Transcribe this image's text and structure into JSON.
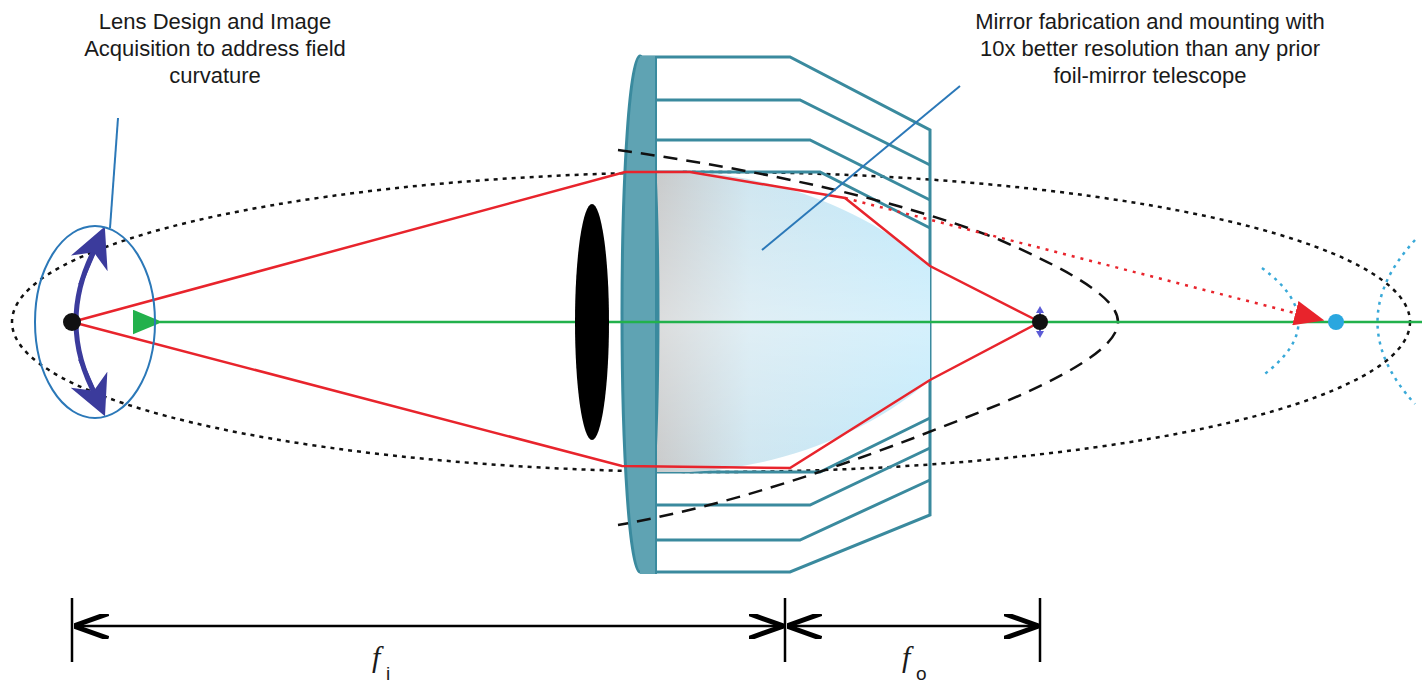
{
  "diagram": {
    "labels": [
      "Lens Design and Image Acquisition to address field curvature",
      "Mirror fabrication and mounting with 10x better resolution than any prior foil-mirror telescope",
      "f",
      "i",
      "f",
      "o"
    ]
  }
}
